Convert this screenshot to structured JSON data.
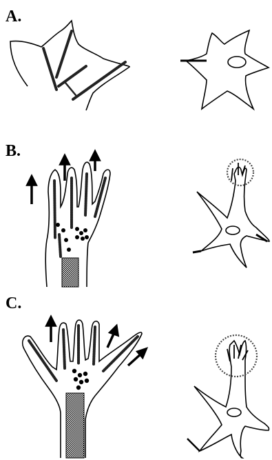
{
  "panels": {
    "a": {
      "label": "A."
    },
    "b": {
      "label": "B."
    },
    "c": {
      "label": "C."
    }
  },
  "colors": {
    "ink": "#000000",
    "background": "#ffffff",
    "actin_bundle": "#333333",
    "guide_ring": "#444444"
  },
  "icons": [
    "arrow-up-icon",
    "dot-cluster-icon",
    "dashed-circle-icon"
  ]
}
